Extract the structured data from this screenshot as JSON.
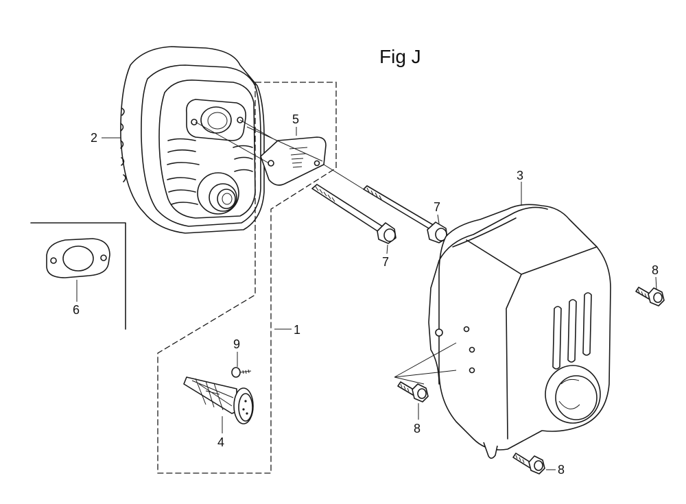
{
  "figure": {
    "title": "Fig J"
  },
  "callouts": {
    "c1": "1",
    "c2": "2",
    "c3": "3",
    "c4": "4",
    "c5": "5",
    "c6": "6",
    "c7a": "7",
    "c7b": "7",
    "c8a": "8",
    "c8b": "8",
    "c8c": "8",
    "c9": "9"
  },
  "parts": {
    "muffler": "muffler-icon",
    "muffler_protector": "muffler-protector-icon",
    "spark_arrester": "spark-arrester-icon",
    "heat_shield_plate": "heat-shield-plate-icon",
    "gasket": "gasket-icon",
    "stud_bolt": "stud-bolt-icon",
    "flange_bolt": "flange-bolt-icon",
    "screw": "screw-icon"
  }
}
